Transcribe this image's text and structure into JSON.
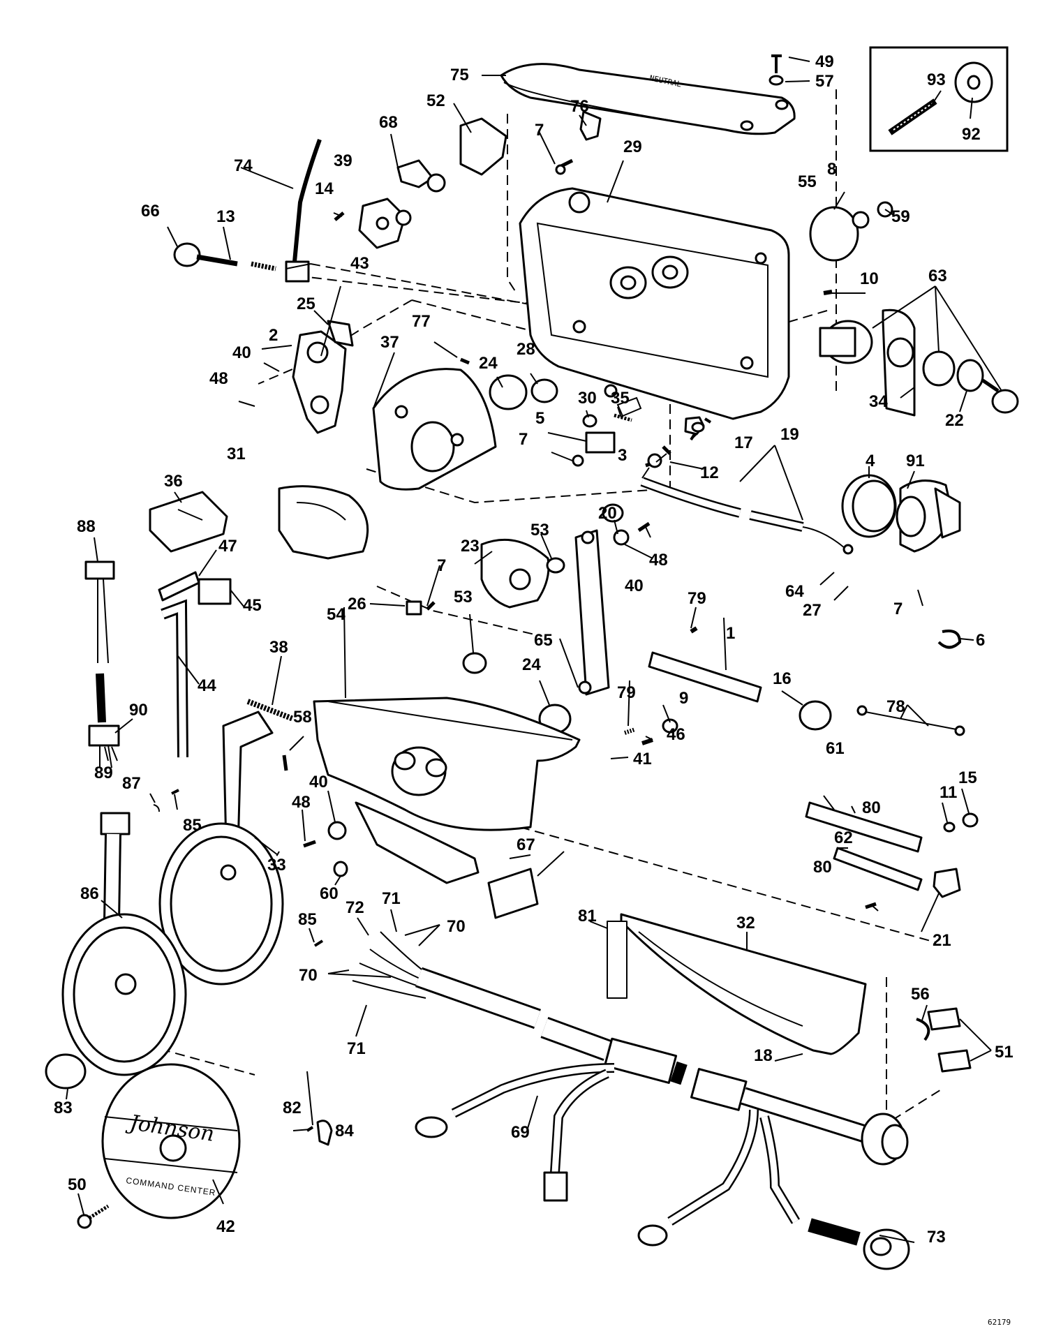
{
  "diagram": {
    "part_labels": [
      "1",
      "2",
      "3",
      "4",
      "5",
      "6",
      "7",
      "8",
      "9",
      "10",
      "11",
      "12",
      "13",
      "14",
      "15",
      "16",
      "17",
      "18",
      "19",
      "20",
      "21",
      "22",
      "23",
      "24",
      "25",
      "26",
      "27",
      "28",
      "29",
      "30",
      "31",
      "32",
      "33",
      "34",
      "35",
      "36",
      "37",
      "38",
      "39",
      "40",
      "41",
      "42",
      "43",
      "44",
      "45",
      "46",
      "47",
      "48",
      "49",
      "50",
      "51",
      "52",
      "53",
      "54",
      "55",
      "56",
      "57",
      "58",
      "59",
      "60",
      "61",
      "62",
      "63",
      "64",
      "65",
      "66",
      "67",
      "68",
      "69",
      "70",
      "71",
      "72",
      "73",
      "74",
      "75",
      "76",
      "77",
      "78",
      "79",
      "80",
      "81",
      "82",
      "83",
      "84",
      "85",
      "86",
      "87",
      "88",
      "89",
      "90",
      "91",
      "92",
      "93"
    ],
    "figure_number": "62179",
    "cover_brand": "Johnson",
    "cover_subtext": "COMMAND CENTER",
    "lid_marking": "NEUTRAL"
  }
}
